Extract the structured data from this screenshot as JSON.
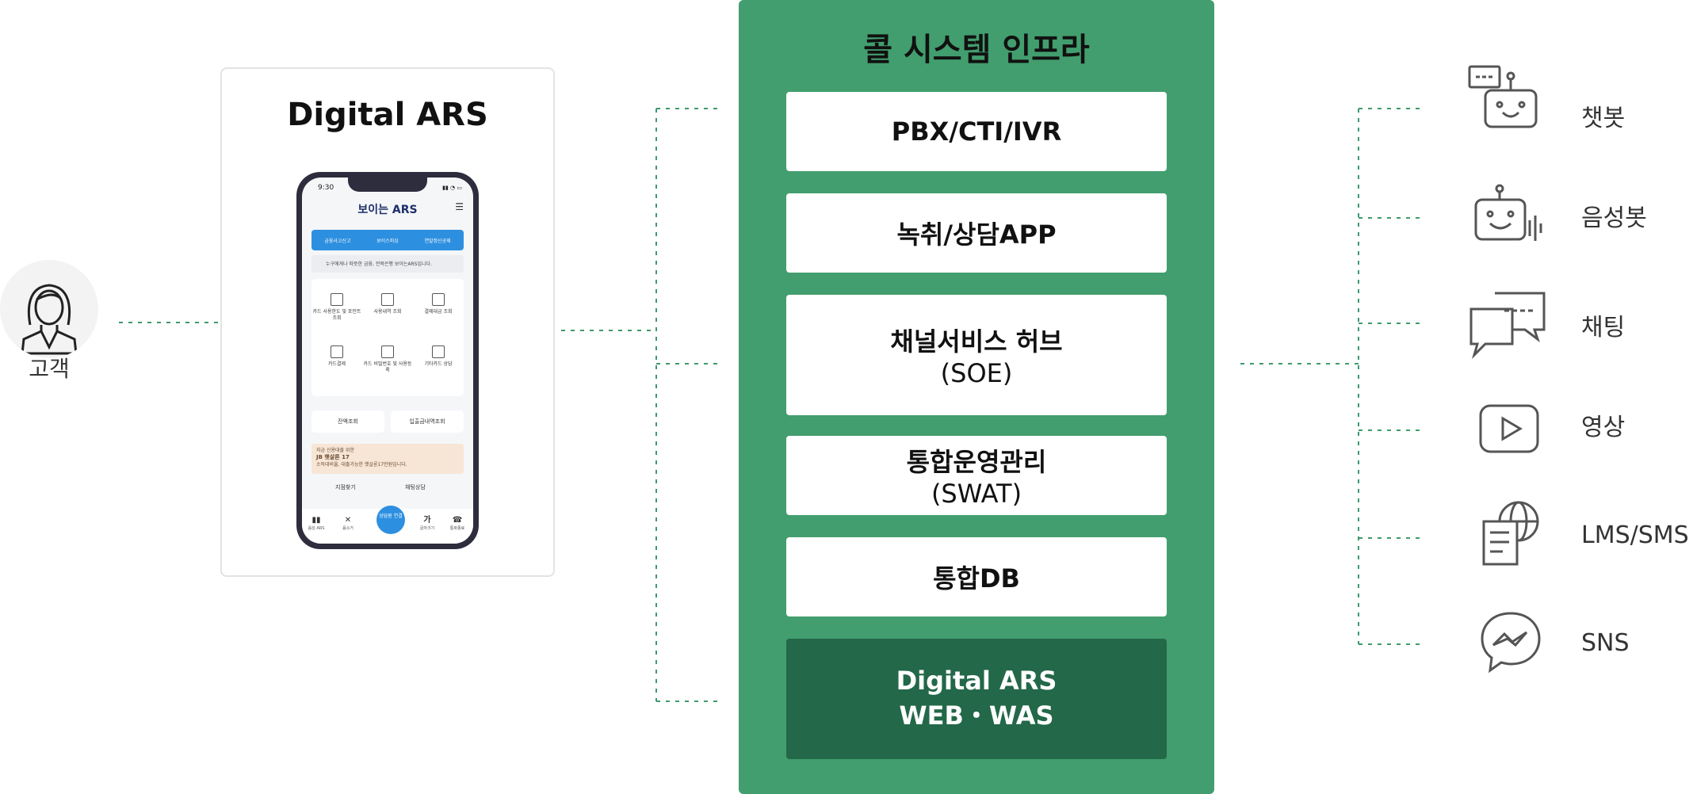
{
  "customer": {
    "label": "고객",
    "icon": "woman-user-icon"
  },
  "digital_ars": {
    "title": "Digital ARS",
    "phone": {
      "time": "9:30",
      "app_title": "보이는 ARS",
      "tabs": [
        "금융사고신고",
        "보이스피싱",
        "연말정산공제"
      ],
      "notice": "누구에게나 따뜻한 금융, 전북은행 보이는ARS입니다.",
      "services": [
        "카드 사용한도 및 포인트 조회",
        "사용내역 조회",
        "결제대금 조회",
        "카드결제",
        "카드 비밀번호 및 사용등록",
        "기타카드 상담"
      ],
      "quick": [
        "잔액조회",
        "입출금내역조회"
      ],
      "banner_line1": "지금 신용대출 위한",
      "banner_line2": "JB 햇살론 17",
      "banner_line3": "소득대비율, 대출가능한 햇살론17만원입니다.",
      "links": [
        "지점찾기",
        "채팅상담"
      ],
      "nav": [
        "음성 ARS",
        "음소거",
        "상담원 연결",
        "글자크기",
        "통화종료"
      ]
    }
  },
  "call_system": {
    "title": "콜 시스템 인프라",
    "boxes": [
      {
        "main": "PBX/CTI/IVR",
        "sub": ""
      },
      {
        "main": "녹취/상담APP",
        "sub": ""
      },
      {
        "main": "채널서비스 허브",
        "sub": "(SOE)"
      },
      {
        "main": "통합운영관리",
        "sub": "(SWAT)"
      },
      {
        "main": "통합DB",
        "sub": ""
      },
      {
        "main": "Digital ARS",
        "sub": "WEB・WAS"
      }
    ]
  },
  "channels": [
    {
      "label": "챗봇",
      "icon": "chatbot-icon"
    },
    {
      "label": "음성봇",
      "icon": "voicebot-icon"
    },
    {
      "label": "채팅",
      "icon": "chat-bubbles-icon"
    },
    {
      "label": "영상",
      "icon": "video-play-icon"
    },
    {
      "label": "LMS/SMS",
      "icon": "message-globe-icon"
    },
    {
      "label": "SNS",
      "icon": "messenger-icon"
    }
  ],
  "colors": {
    "panel": "#429e6e",
    "panel_dark": "#236848",
    "connector": "#3f9a6c"
  }
}
